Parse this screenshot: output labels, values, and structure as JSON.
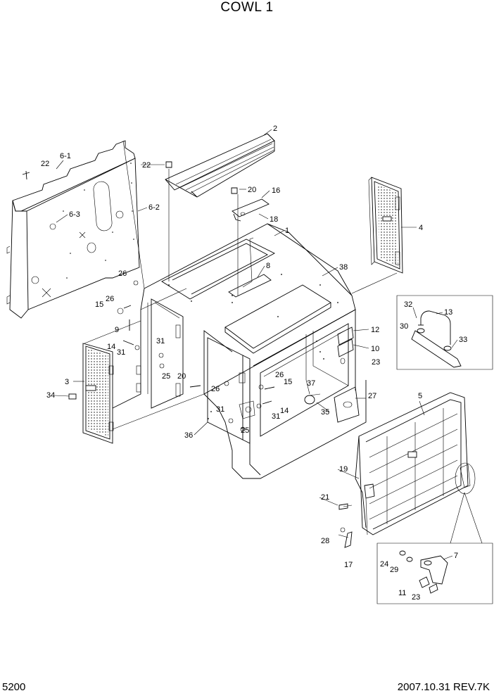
{
  "page": {
    "title": "COWL 1",
    "page_number": "5200",
    "date_rev": "2007.10.31  REV.7K"
  },
  "callouts": {
    "c1": "1",
    "c2": "2",
    "c3": "3",
    "c4": "4",
    "c5": "5",
    "c6_1": "6-1",
    "c6_2": "6-2",
    "c6_3": "6-3",
    "c7": "7",
    "c8": "8",
    "c9": "9",
    "c10": "10",
    "c11": "11",
    "c12": "12",
    "c13": "13",
    "c14": "14",
    "c15": "15",
    "c16": "16",
    "c17": "17",
    "c18": "18",
    "c19": "19",
    "c20": "20",
    "c21": "21",
    "c22": "22",
    "c23": "23",
    "c24": "24",
    "c25": "25",
    "c26": "26",
    "c27": "27",
    "c28": "28",
    "c29": "29",
    "c30": "30",
    "c31": "31",
    "c32": "32",
    "c33": "33",
    "c34": "34",
    "c35": "35",
    "c36": "36",
    "c37": "37",
    "c38": "38"
  }
}
